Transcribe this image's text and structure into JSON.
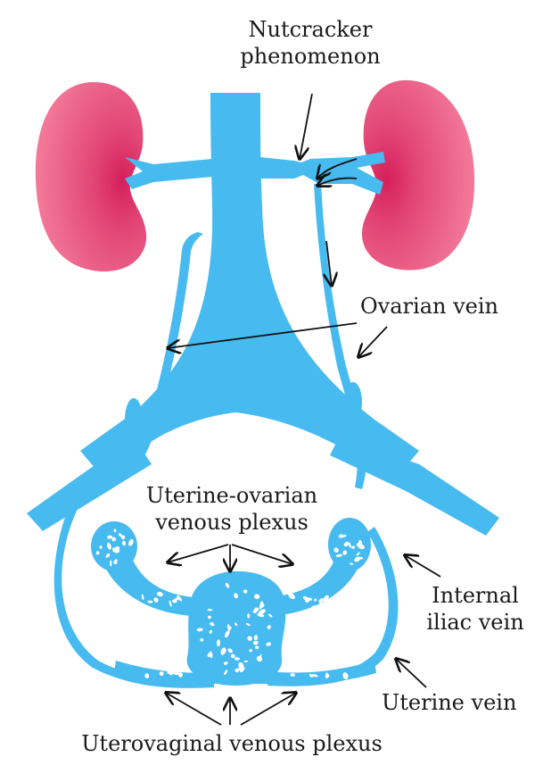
{
  "labels": {
    "nutcracker_line1": "Nutcracker",
    "nutcracker_line2": "phenomenon",
    "ovarian_vein": "Ovarian vein",
    "uterine_ovarian_line1": "Uterine-ovarian",
    "uterine_ovarian_line2": "venous plexus",
    "internal_iliac_line1": "Internal",
    "internal_iliac_line2": "iliac vein",
    "uterine_vein": "Uterine vein",
    "uterovaginal_plexus": "Uterovaginal venous plexus"
  },
  "colors": {
    "vein": "#47baf0",
    "vein_dark": "#2a9ed8",
    "kidney_outer": "#ee6d8e",
    "kidney_inner": "#d9245e",
    "arrow": "#111111",
    "background": "#ffffff"
  }
}
